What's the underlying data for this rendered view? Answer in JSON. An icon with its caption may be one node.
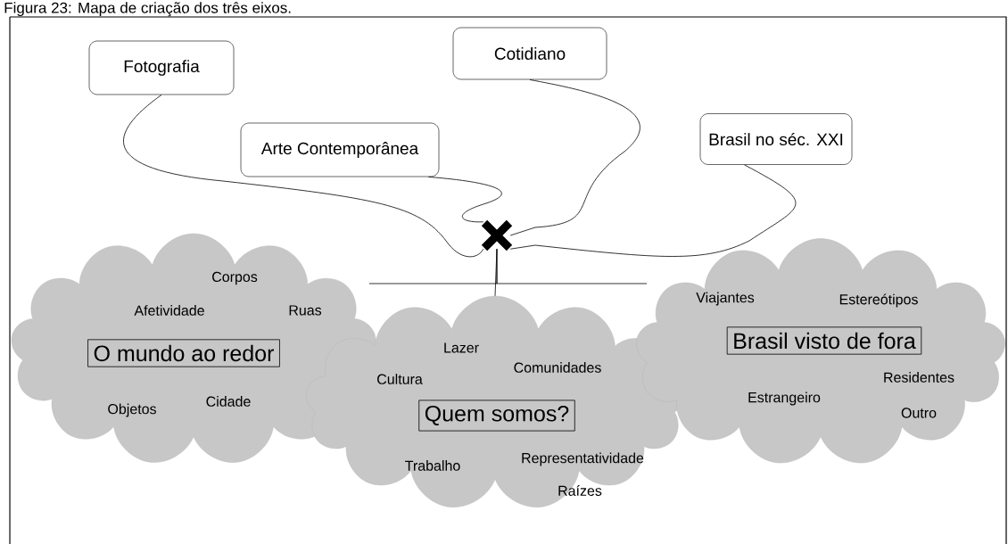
{
  "diagram": {
    "caption": "Figura 23: Mapa de criação dos três eixos.",
    "nodes": [
      {
        "text": [
          "Fotografia"
        ]
      },
      {
        "text": [
          "Cotidiano"
        ]
      },
      {
        "text": [
          "Arte Contemporânea"
        ]
      },
      {
        "text": [
          "Brasil no séc. XXI"
        ]
      },
      {
        "text": [],
        "shape": "cross"
      },
      {
        "text": [
          "Corpos",
          "Afetividade",
          "Ruas",
          "Objetos",
          "Cidade"
        ]
      },
      {
        "text": [
          "Lazer",
          "Cultura",
          "Comunidades",
          "Trabalho",
          "Representatividade",
          "Raízes"
        ]
      },
      {
        "text": [
          "Viajantes",
          "Estereótipos",
          "Residentes",
          "Estrangeiro",
          "Outro"
        ]
      },
      {
        "text": [
          "O mundo ao redor"
        ],
        "in": 5
      },
      {
        "text": [
          "Quem somos?"
        ],
        "in": 6
      },
      {
        "text": [
          "Brasil visto de fora"
        ],
        "in": 7
      }
    ],
    "edges": [
      {
        "from": 0,
        "to": 4,
        "arrow": "none"
      },
      {
        "from": 1,
        "to": 4,
        "arrow": "none"
      },
      {
        "from": 2,
        "to": 4,
        "arrow": "none"
      },
      {
        "from": 3,
        "to": 4,
        "arrow": "none"
      },
      {
        "from": 4,
        "to": 5,
        "arrow": "none"
      },
      {
        "from": 4,
        "to": 6,
        "arrow": "none"
      },
      {
        "from": 4,
        "to": 7,
        "arrow": "none"
      }
    ]
  }
}
